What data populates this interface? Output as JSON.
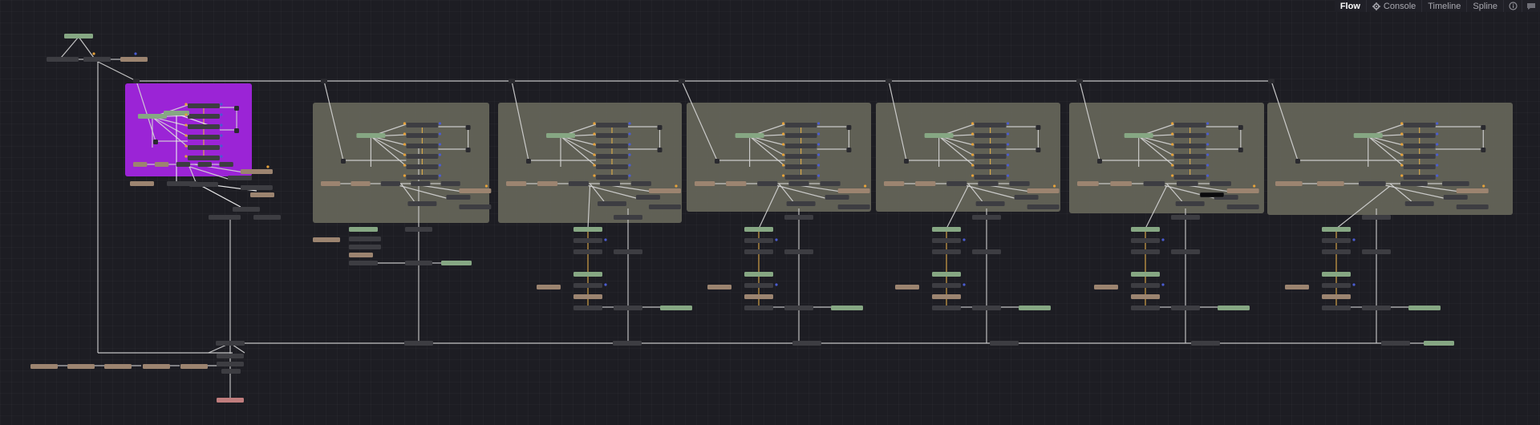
{
  "window": {
    "tabs": [
      {
        "id": "flow",
        "label": "Flow",
        "active": true,
        "icon": null
      },
      {
        "id": "console",
        "label": "Console",
        "active": false,
        "icon": "gear-icon"
      },
      {
        "id": "timeline",
        "label": "Timeline",
        "active": false,
        "icon": null
      },
      {
        "id": "spline",
        "label": "Spline",
        "active": false,
        "icon": null
      }
    ],
    "trailing_icons": [
      "info-icon",
      "chat-icon"
    ]
  },
  "colors": {
    "background": "#1d1d23",
    "group_underlay": "#66665a",
    "group_selected": "#9b24d6",
    "node_gray": "#3d3d42",
    "node_green": "#86a783",
    "node_tan": "#9c8470",
    "node_red": "#c07d7d",
    "node_black": "#0b0b0d",
    "wire": "#d6d6d6",
    "port_orange": "#e5a13a",
    "port_blue": "#4a5cd1"
  },
  "flow": {
    "node_count_hint": "groups",
    "groups": [
      {
        "id": "g1",
        "selected": true
      },
      {
        "id": "g2",
        "selected": false
      },
      {
        "id": "g3",
        "selected": false
      },
      {
        "id": "g4",
        "selected": false
      },
      {
        "id": "g5",
        "selected": false
      },
      {
        "id": "g6",
        "selected": false
      },
      {
        "id": "g7",
        "selected": false
      }
    ]
  }
}
